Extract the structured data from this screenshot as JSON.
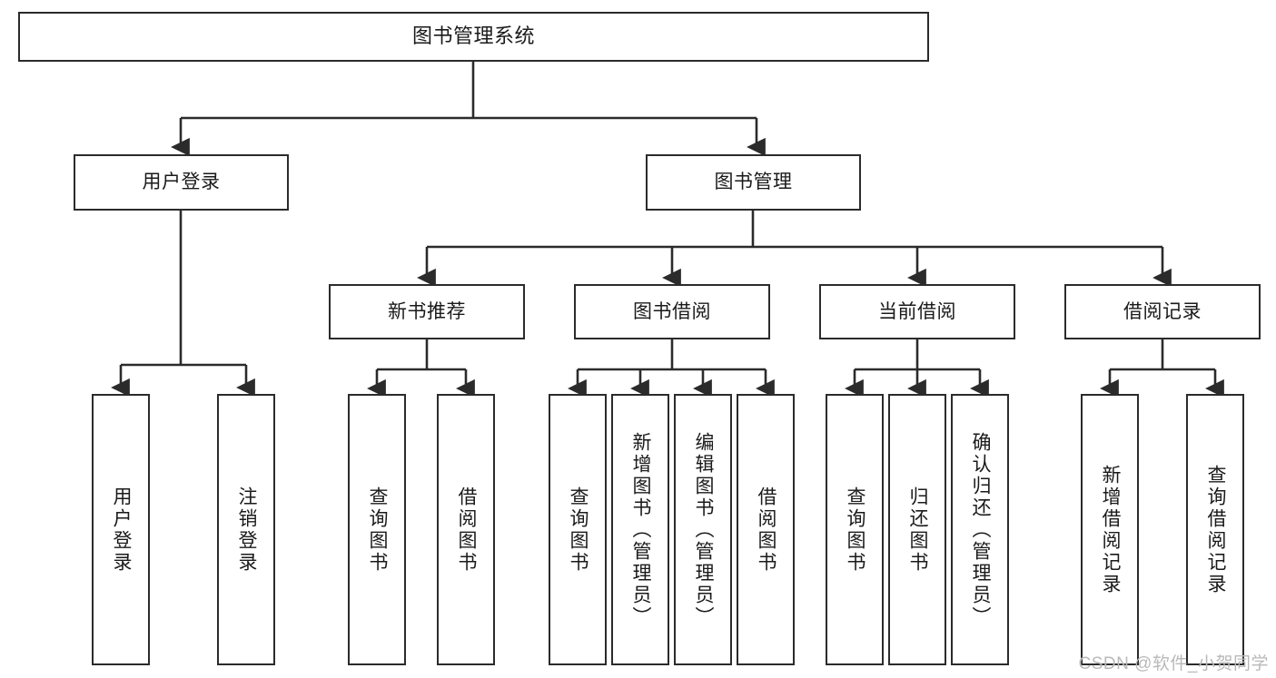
{
  "diagram": {
    "type": "tree",
    "title": "图书管理系统",
    "orientation": "top-down",
    "colors": {
      "box_border": "#2b2b2b",
      "box_fill": "#ffffff",
      "edge": "#2b2b2b",
      "text": "#1a1a1a",
      "watermark": "#b9b9b9"
    },
    "nodes": {
      "root": {
        "label": "图书管理系统"
      },
      "level2": [
        {
          "label": "用户登录"
        },
        {
          "label": "图书管理"
        }
      ],
      "level3": [
        {
          "label": "新书推荐"
        },
        {
          "label": "图书借阅"
        },
        {
          "label": "当前借阅"
        },
        {
          "label": "借阅记录"
        }
      ],
      "leaves": {
        "user_login": [
          {
            "label": "用户登录"
          },
          {
            "label": "注销登录"
          }
        ],
        "new_book_recommend": [
          {
            "label": "查询图书"
          },
          {
            "label": "借阅图书"
          }
        ],
        "book_borrow": [
          {
            "label": "查询图书"
          },
          {
            "label": "新增图书（管理员）"
          },
          {
            "label": "编辑图书（管理员）"
          },
          {
            "label": "借阅图书"
          }
        ],
        "current_borrow": [
          {
            "label": "查询图书"
          },
          {
            "label": "归还图书"
          },
          {
            "label": "确认归还（管理员）"
          }
        ],
        "borrow_records": [
          {
            "label": "新增借阅记录"
          },
          {
            "label": "查询借阅记录"
          }
        ]
      }
    },
    "watermark": "CSDN @软件_小贺同学"
  }
}
